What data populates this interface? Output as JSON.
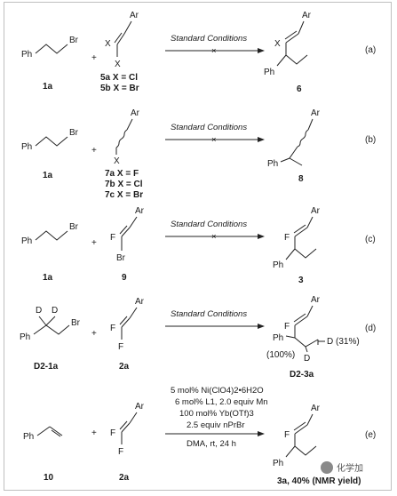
{
  "common": {
    "Ph": "Ph",
    "Br": "Br",
    "Ar": "Ar",
    "X": "X",
    "F": "F",
    "D": "D",
    "plus": "+",
    "std_conditions": "Standard Conditions",
    "cross": "×"
  },
  "row_a": {
    "label": "(a)",
    "sm1_id": "1a",
    "sm2_ids": [
      "5a X = Cl",
      "5b X = Br"
    ],
    "product_id": "6"
  },
  "row_b": {
    "label": "(b)",
    "sm1_id": "1a",
    "sm2_ids": [
      "7a X = F",
      "7b X = Cl",
      "7c X = Br"
    ],
    "product_id": "8"
  },
  "row_c": {
    "label": "(c)",
    "sm1_id": "1a",
    "sm2_id": "9",
    "product_id": "3"
  },
  "row_d": {
    "label": "(d)",
    "sm1_id": "D2-1a",
    "sm2_id": "2a",
    "product_id": "D2-3a",
    "pct_left": "(100%)",
    "pct_right": "(31%)"
  },
  "row_e": {
    "label": "(e)",
    "sm1_id": "10",
    "sm2_id": "2a",
    "conditions": [
      "5 mol% Ni(ClO4)2•6H2O",
      "6 mol% L1, 2.0 equiv Mn",
      "100 mol% Yb(OTf)3",
      "2.5 equiv nPrBr",
      "DMA, rt, 24 h"
    ],
    "product_caption": "3a, 40% (NMR yield)"
  },
  "watermark": "化学加"
}
